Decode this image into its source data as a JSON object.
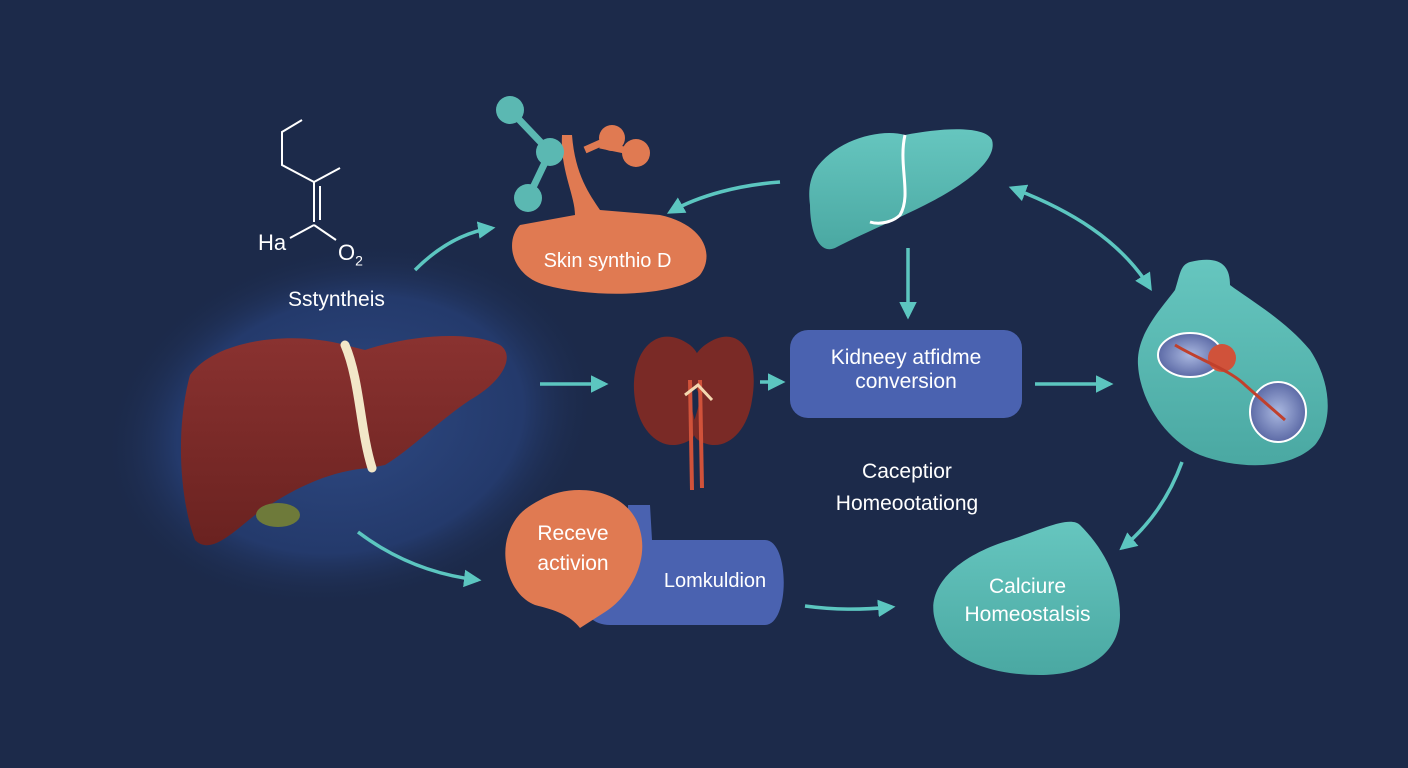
{
  "colors": {
    "background": "#1c2a4a",
    "arrow": "#5cc6c0",
    "liver_brown": "#7a2a26",
    "teal": "#5bb8b2",
    "orange": "#e07a52",
    "blue_box": "#4a62b0"
  },
  "molecule": {
    "atom_left": "Ha",
    "atom_right": "O",
    "subscript": "2"
  },
  "labels": {
    "synthesis": "Sstyntheis",
    "skin": "Skin synthio D",
    "kidney_line1": "Kidneey atfidme",
    "kidney_line2": "conversion",
    "caception_line1": "Caceptior",
    "caception_line2": "Homeootationg",
    "receve_line1": "Receve",
    "receve_line2": "activion",
    "lomkuldion": "Lomkuldion",
    "calcium_line1": "Calciure",
    "calcium_line2": "Homeostalsis"
  },
  "icons": {
    "liver_main": "liver-icon",
    "liver_small": "liver-icon",
    "kidney": "kidney-icon",
    "skin_tree": "molecule-tree-icon",
    "bone_cell": "cell-icon"
  }
}
